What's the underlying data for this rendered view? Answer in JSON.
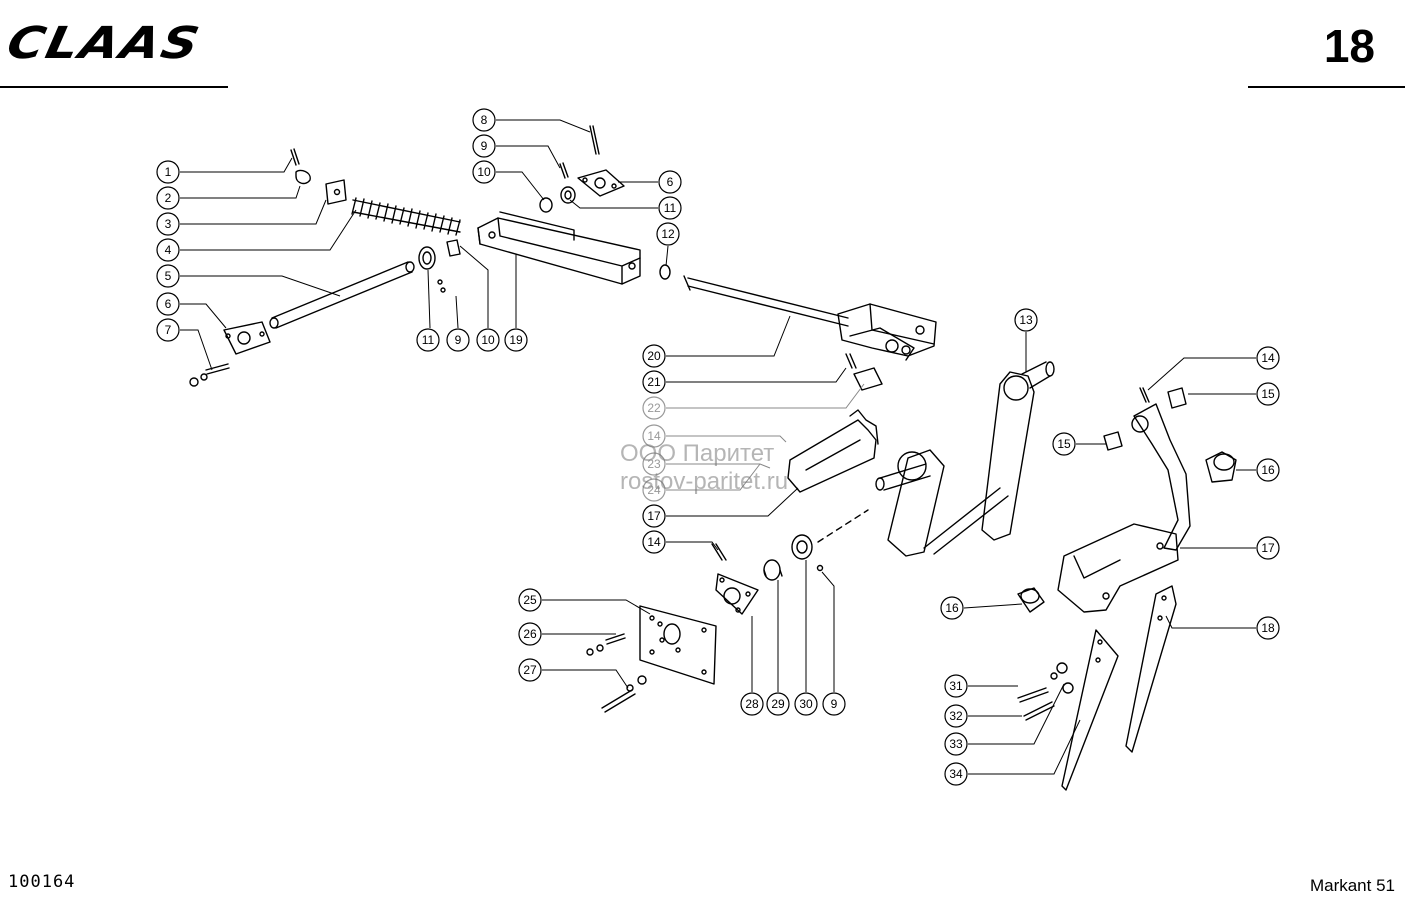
{
  "header": {
    "brand_logo_text": "CLAAS",
    "page_number": "18"
  },
  "footer": {
    "document_number": "100164",
    "model": "Markant 51"
  },
  "watermark": {
    "line1": "ООО Паритет",
    "line2": "rostov-paritet.ru"
  },
  "callouts": [
    {
      "n": "1"
    },
    {
      "n": "2"
    },
    {
      "n": "3"
    },
    {
      "n": "4"
    },
    {
      "n": "5"
    },
    {
      "n": "6"
    },
    {
      "n": "7"
    },
    {
      "n": "8"
    },
    {
      "n": "9"
    },
    {
      "n": "10"
    },
    {
      "n": "6"
    },
    {
      "n": "11"
    },
    {
      "n": "12"
    },
    {
      "n": "11"
    },
    {
      "n": "9"
    },
    {
      "n": "10"
    },
    {
      "n": "19"
    },
    {
      "n": "20"
    },
    {
      "n": "21"
    },
    {
      "n": "22"
    },
    {
      "n": "14"
    },
    {
      "n": "23"
    },
    {
      "n": "24"
    },
    {
      "n": "17"
    },
    {
      "n": "14"
    },
    {
      "n": "13"
    },
    {
      "n": "14"
    },
    {
      "n": "15"
    },
    {
      "n": "15"
    },
    {
      "n": "16"
    },
    {
      "n": "17"
    },
    {
      "n": "16"
    },
    {
      "n": "18"
    },
    {
      "n": "25"
    },
    {
      "n": "26"
    },
    {
      "n": "27"
    },
    {
      "n": "28"
    },
    {
      "n": "29"
    },
    {
      "n": "30"
    },
    {
      "n": "9"
    },
    {
      "n": "31"
    },
    {
      "n": "32"
    },
    {
      "n": "33"
    },
    {
      "n": "34"
    }
  ]
}
